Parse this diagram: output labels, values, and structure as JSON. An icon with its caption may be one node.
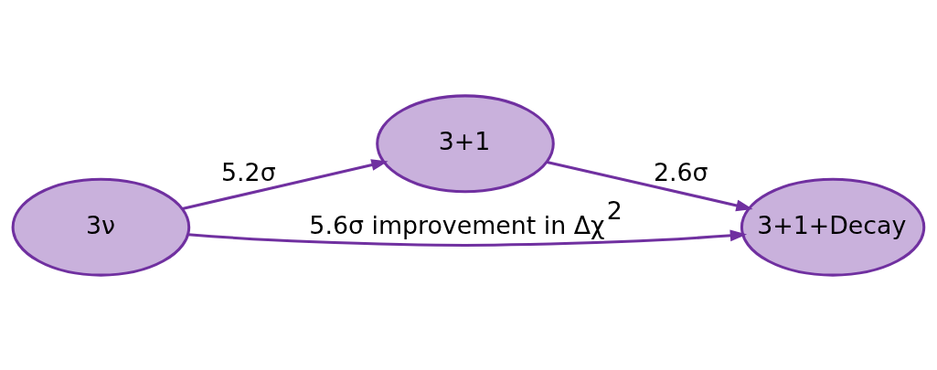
{
  "diagram": {
    "nodes": [
      {
        "text": [
          "3ν"
        ]
      },
      {
        "text": [
          "3+1"
        ]
      },
      {
        "text": [
          "3+1+Decay"
        ]
      }
    ],
    "edges": [
      {
        "from": 0,
        "to": 1,
        "arrow": "to",
        "label": "5.2σ"
      },
      {
        "from": 1,
        "to": 2,
        "arrow": "to",
        "label": "2.6σ"
      },
      {
        "from": 0,
        "to": 2,
        "arrow": "to",
        "label": "5.6σ improvement in Δχ$^{2}$"
      }
    ]
  }
}
